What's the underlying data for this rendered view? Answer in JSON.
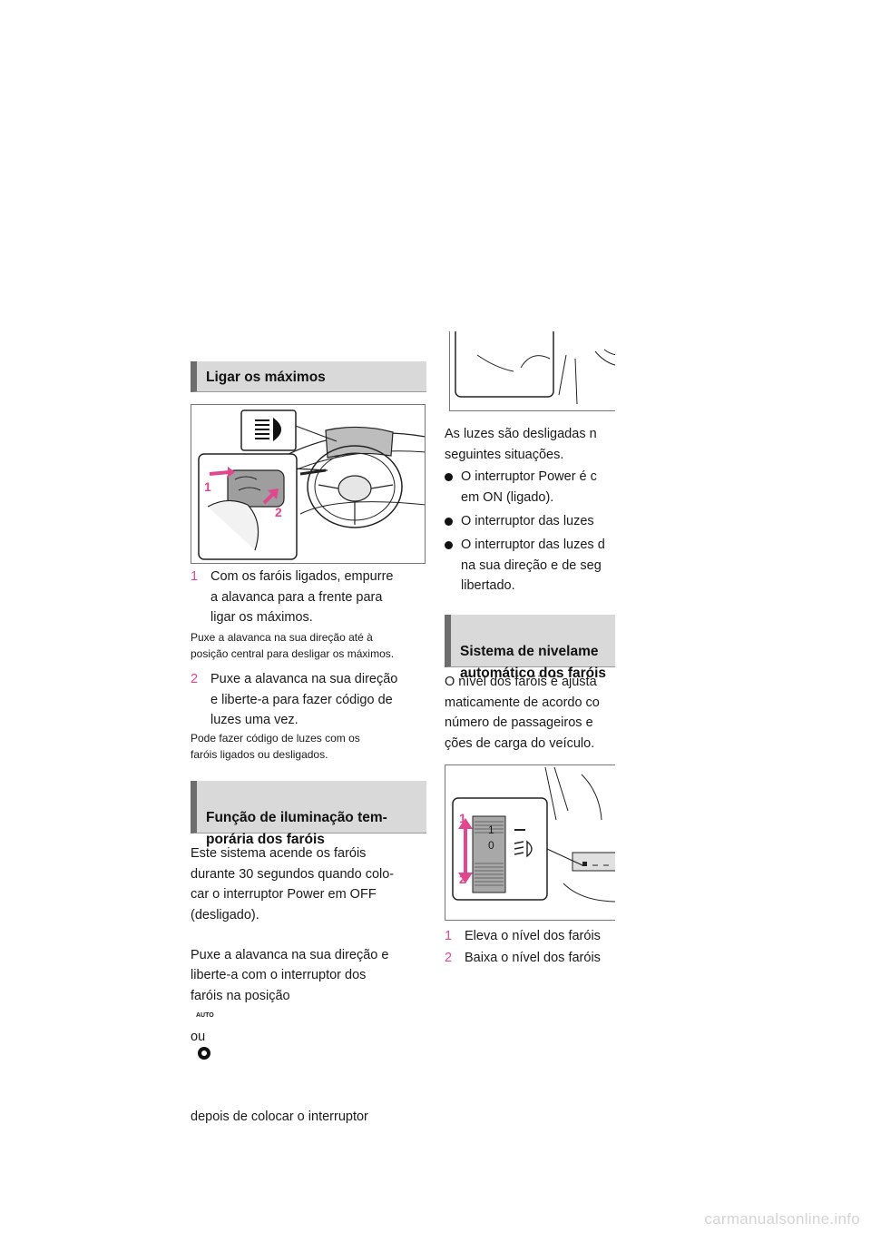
{
  "left": {
    "heading1": "Ligar os máximos",
    "steps1": [
      {
        "num": "1",
        "text": "Com os faróis ligados, empurre\na alavanca para a frente para\nligar os máximos."
      },
      {
        "num": "2",
        "text": "Puxe a alavanca na sua direção\ne liberte-a para fazer código de\nluzes uma vez."
      }
    ],
    "note1": "Puxe a alavanca na sua direção até à\nposição central para desligar os máximos.",
    "note2": "Pode fazer código de luzes com os\nfaróis ligados ou desligados.",
    "fig1_labels": [
      "1",
      "2"
    ],
    "heading2": "Função de iluminação tem-\nporária dos faróis",
    "para1": "Este sistema acende os faróis\ndurante 30 segundos quando colo-\ncar o interruptor Power em OFF\n(desligado).",
    "para2_a": "Puxe a alavanca na sua direção e\nliberte-a com o interruptor dos\nfaróis na posição",
    "auto_label": "AUTO",
    "para2_ou": "ou",
    "para2_b": "depois de colocar o interruptor"
  },
  "right": {
    "para1": "As luzes são desligadas n\nseguintes situações.",
    "bullets": [
      "O interruptor Power é c\nem ON (ligado).",
      "O interruptor das luzes",
      "O interruptor das luzes d\nna sua direção e de seg\nlibertado."
    ],
    "heading3": "Sistema de nivelame\nautomático dos faróis",
    "para2": "O nível dos faróis é ajusta\nmaticamente de acordo co\nnúmero de passageiros e \nções de carga do veículo.",
    "fig3_labels": [
      "1",
      "2"
    ],
    "fig3_dial": [
      "1",
      "0"
    ],
    "steps": [
      {
        "num": "1",
        "text": "Eleva o nível dos faróis"
      },
      {
        "num": "2",
        "text": "Baixa o nível dos faróis"
      }
    ]
  },
  "footer": "carmanualsonline.info"
}
